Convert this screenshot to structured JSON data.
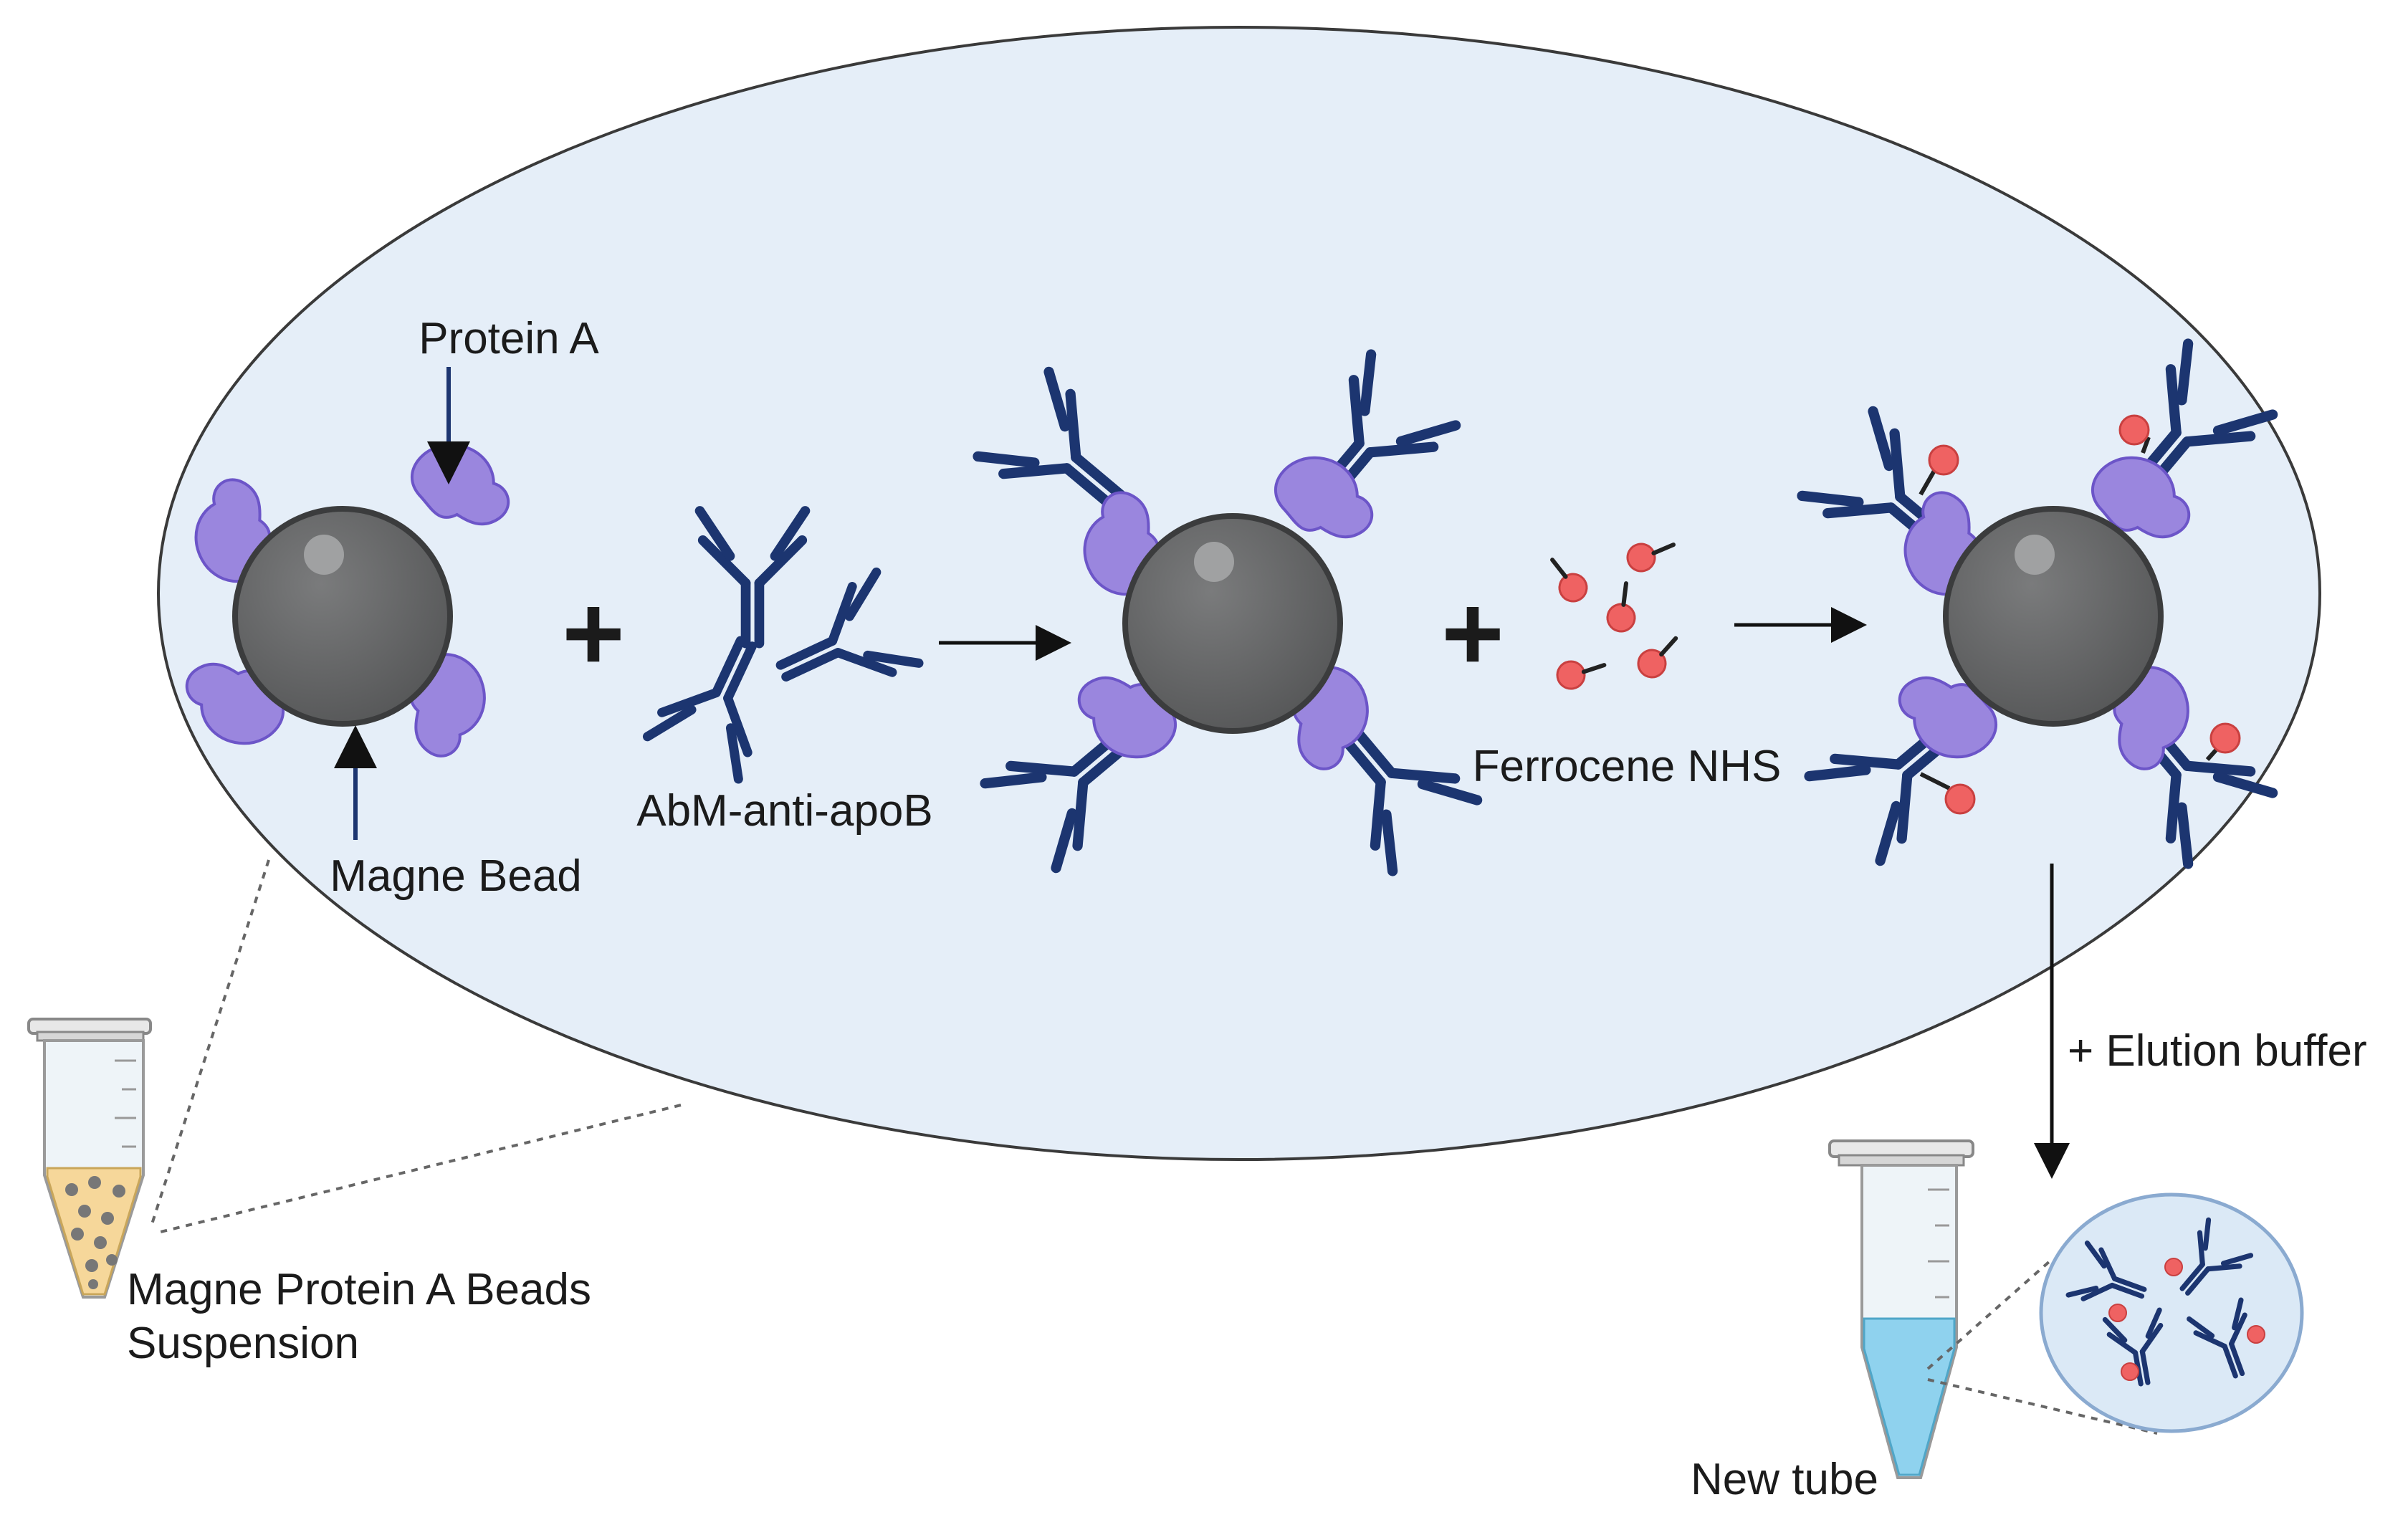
{
  "labels": {
    "protein_a": "Protein A",
    "magne_bead": "Magne Bead",
    "antibody": "AbM-anti-apoB",
    "ferrocene": "Ferrocene NHS",
    "elution": "+ Elution buffer",
    "suspension_line1": "Magne Protein A Beads",
    "suspension_line2": "Suspension",
    "new_tube": "New tube",
    "plus": "+"
  },
  "colors": {
    "oval_fill": "#e5eef8",
    "oval_stroke": "#3a3a3a",
    "bead": "#5f6061",
    "bead_dark": "#3b3c3d",
    "protein_a": "#9a86de",
    "protein_a_stroke": "#6c55c8",
    "antibody": "#1c3570",
    "ferrocene": "#ef6262",
    "arrow": "#111111",
    "tube_liquid_beads": "#f6d79a",
    "tube_liquid_eluate": "#8fd2ee"
  },
  "icons": [
    "magnetic-bead-icon",
    "protein-a-icon",
    "antibody-icon",
    "ferrocene-icon",
    "microtube-icon"
  ]
}
